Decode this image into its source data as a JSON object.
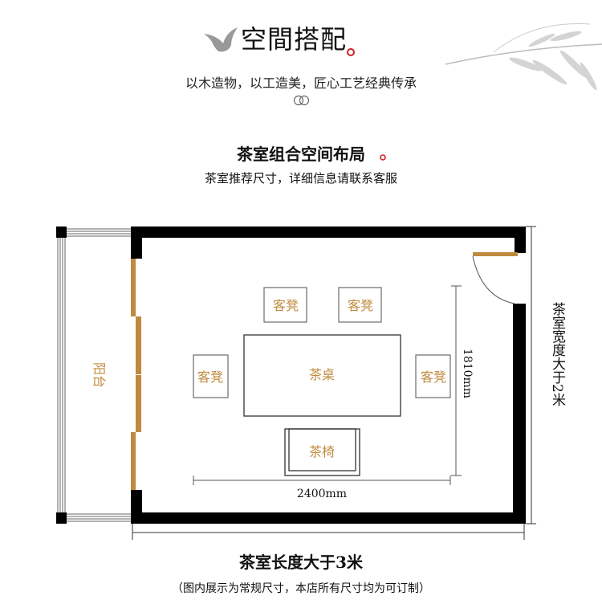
{
  "header": {
    "title": "空間搭配",
    "slogan": "以木造物，以工造美，匠心工艺经典传承"
  },
  "section": {
    "title": "茶室组合空间布局",
    "subtitle": "茶室推荐尺寸，详细信息请联系客服"
  },
  "plan": {
    "balcony": "阳台",
    "table": "茶桌",
    "chair": "茶椅",
    "stools": [
      "客凳",
      "客凳",
      "客凳",
      "客凳"
    ],
    "dim_width": "2400mm",
    "dim_depth": "1810mm",
    "room_width_note": "茶室宽度大于2米"
  },
  "footer": {
    "title": "茶室长度大于3米",
    "note": "（图内展示为常规尺寸，本店所有尺寸均为可订制）"
  },
  "colors": {
    "wood": "#c08a3e",
    "accent_red": "#d0202a",
    "wall": "#000000"
  }
}
